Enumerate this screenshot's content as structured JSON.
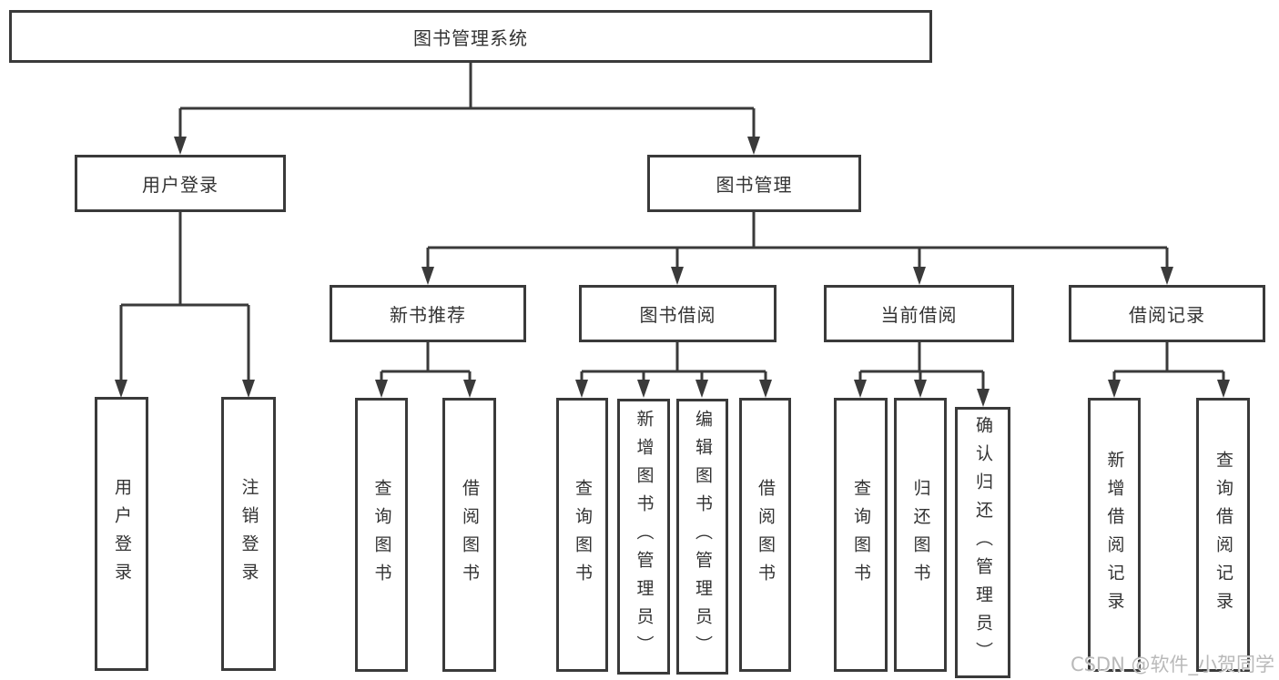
{
  "colors": {
    "line": "#3a3a3a",
    "box_border": "#3a3a3a",
    "text": "#333333",
    "watermark_text": "#b9b9b9",
    "background": "#ffffff"
  },
  "tree": {
    "root": "图书管理系统",
    "branches": [
      {
        "label": "用户登录",
        "children": [
          "用户登录",
          "注销登录"
        ]
      },
      {
        "label": "图书管理",
        "children": [
          {
            "label": "新书推荐",
            "children": [
              "查询图书",
              "借阅图书"
            ]
          },
          {
            "label": "图书借阅",
            "children": [
              "查询图书",
              "新增图书（管理员）",
              "编辑图书（管理员）",
              "借阅图书"
            ]
          },
          {
            "label": "当前借阅",
            "children": [
              "查询图书",
              "归还图书",
              "确认归还（管理员）"
            ]
          },
          {
            "label": "借阅记录",
            "children": [
              "新增借阅记录",
              "查询借阅记录"
            ]
          }
        ]
      }
    ]
  },
  "watermark": "CSDN @软件_小贺同学"
}
